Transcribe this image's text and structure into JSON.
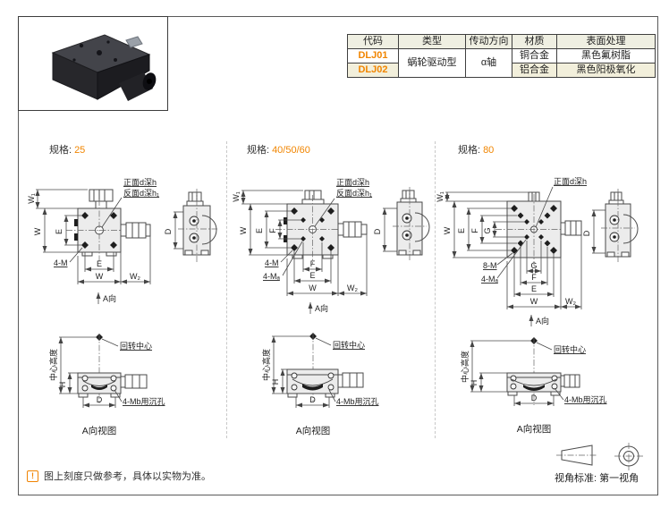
{
  "product_table": {
    "headers": [
      "代码",
      "类型",
      "传动方向",
      "材质",
      "表面处理"
    ],
    "type_value": "蜗轮驱动型",
    "direction_value": "α轴",
    "rows": [
      {
        "code": "DLJ01",
        "material": "铜合金",
        "finish": "黑色氟树脂"
      },
      {
        "code": "DLJ02",
        "material": "铝合金",
        "finish": "黑色阳极氧化"
      }
    ]
  },
  "sections": [
    {
      "spec_label": "规格:",
      "spec_value": "25",
      "front_hole": "正面d深h",
      "back_hole": "反面d深h₁",
      "dim_w1": "W₁",
      "dim_w": "W",
      "dim_e": "E",
      "tap1": "4-M",
      "dim_w2": "W₂",
      "view_dir": "A向",
      "dim_d": "D",
      "rotation_center": "回转中心",
      "center_height": "中心高度",
      "dim_h": "H",
      "counterbore": "4-Mb用沉孔",
      "view_caption": "A向视图"
    },
    {
      "spec_label": "规格:",
      "spec_value": "40/50/60",
      "front_hole": "正面d深h",
      "back_hole": "反面d深h₁",
      "dim_w1": "W₁",
      "dim_w": "W",
      "dim_e": "E",
      "dim_f": "F",
      "tap1": "4-M",
      "tap2": "4-Mₐ",
      "dim_w2": "W₂",
      "view_dir": "A向",
      "dim_d": "D",
      "rotation_center": "回转中心",
      "center_height": "中心高度",
      "dim_h": "H",
      "counterbore": "4-Mb用沉孔",
      "view_caption": "A向视图"
    },
    {
      "spec_label": "规格:",
      "spec_value": "80",
      "front_hole": "正面d深h",
      "dim_w1": "W₁",
      "dim_w": "W",
      "dim_e": "E",
      "dim_f": "F",
      "dim_g": "G",
      "tap1": "8-M",
      "tap2": "4-Mₐ",
      "dim_w2": "W₂",
      "view_dir": "A向",
      "dim_d": "D",
      "rotation_center": "回转中心",
      "center_height": "中心高度",
      "dim_h": "H",
      "counterbore": "4-Mb用沉孔",
      "view_caption": "A向视图"
    }
  ],
  "footer": {
    "note_icon": "!",
    "note": "图上刻度只做参考，具体以实物为准。"
  },
  "view_standard": {
    "label": "视角标准:",
    "value": "第一视角"
  }
}
